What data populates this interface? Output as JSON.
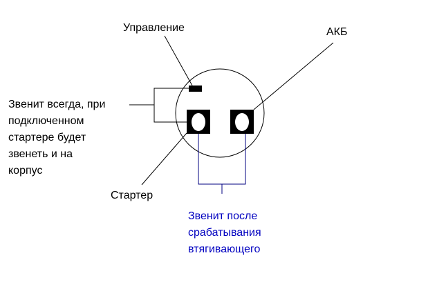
{
  "labels": {
    "control": "Управление",
    "battery": "АКБ",
    "starter": "Стартер",
    "always_rings": [
      "Звенит всегда, при",
      "подключенном",
      "стартере будет",
      "звенеть и на",
      "корпус"
    ],
    "after_solenoid": [
      "Звенит после",
      "срабатывания",
      "втягивающего"
    ]
  },
  "colors": {
    "line": "#000000",
    "bridge": "#000080",
    "note": "#0000c0"
  }
}
